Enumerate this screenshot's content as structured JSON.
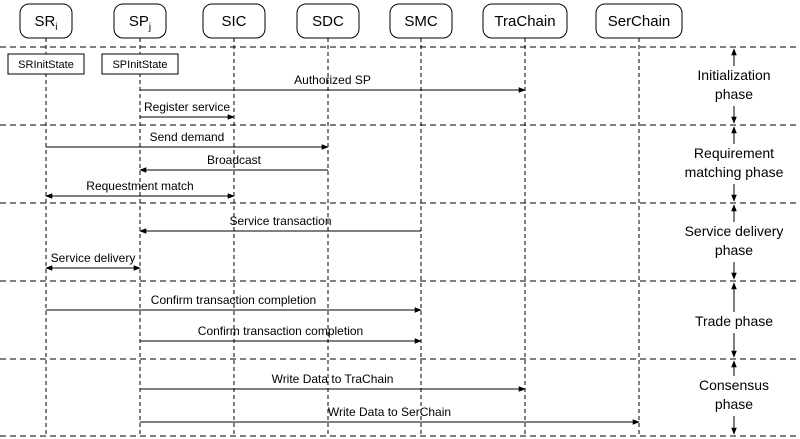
{
  "actors": [
    {
      "id": "SR",
      "label": "SR",
      "sub": "i"
    },
    {
      "id": "SP",
      "label": "SP",
      "sub": "j"
    },
    {
      "id": "SIC",
      "label": "SIC",
      "sub": ""
    },
    {
      "id": "SDC",
      "label": "SDC",
      "sub": ""
    },
    {
      "id": "SMC",
      "label": "SMC",
      "sub": ""
    },
    {
      "id": "TraChain",
      "label": "TraChain",
      "sub": ""
    },
    {
      "id": "SerChain",
      "label": "SerChain",
      "sub": ""
    }
  ],
  "states": [
    {
      "actor": "SR",
      "label": "SRInitState"
    },
    {
      "actor": "SP",
      "label": "SPInitState"
    }
  ],
  "messages": [
    {
      "label": "Authorized SP",
      "from": "SP",
      "to": "TraChain",
      "bidirectional": false
    },
    {
      "label": "Register service",
      "from": "SP",
      "to": "SIC",
      "bidirectional": false
    },
    {
      "label": "Send demand",
      "from": "SR",
      "to": "SDC",
      "bidirectional": false
    },
    {
      "label": "Broadcast",
      "from": "SDC",
      "to": "SP",
      "bidirectional": false
    },
    {
      "label": "Requestment match",
      "from": "SR",
      "to": "SIC",
      "bidirectional": true
    },
    {
      "label": "Service transaction",
      "from": "SMC",
      "to": "SP",
      "bidirectional": false
    },
    {
      "label": "Service delivery",
      "from": "SR",
      "to": "SP",
      "bidirectional": true
    },
    {
      "label": "Confirm transaction completion",
      "from": "SR",
      "to": "SMC",
      "bidirectional": false
    },
    {
      "label": "Confirm transaction completion",
      "from": "SP",
      "to": "SMC",
      "bidirectional": false
    },
    {
      "label": "Write Data to TraChain",
      "from": "SP",
      "to": "TraChain",
      "bidirectional": false
    },
    {
      "label": "Write Data to SerChain",
      "from": "SP",
      "to": "SerChain",
      "bidirectional": false
    }
  ],
  "phases": [
    {
      "lines": [
        "Initialization",
        "phase"
      ]
    },
    {
      "lines": [
        "Requirement",
        "matching phase"
      ]
    },
    {
      "lines": [
        "Service delivery",
        "phase"
      ]
    },
    {
      "lines": [
        "Trade phase"
      ]
    },
    {
      "lines": [
        "Consensus",
        "phase"
      ]
    }
  ]
}
